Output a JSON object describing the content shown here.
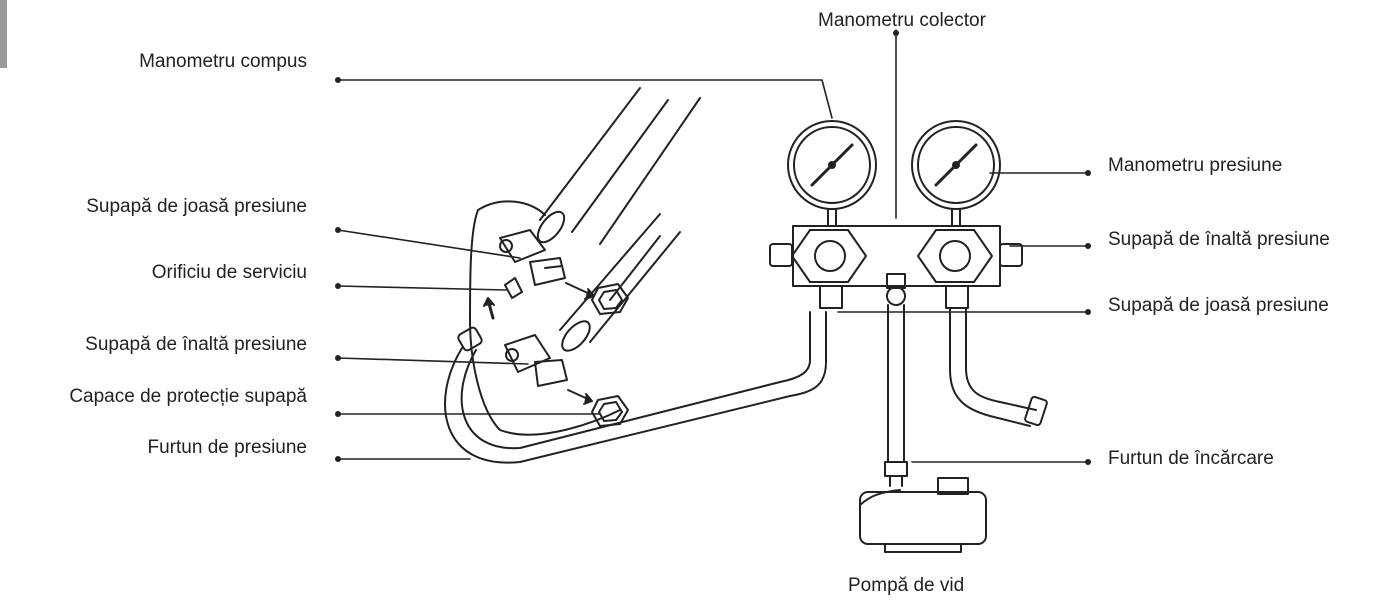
{
  "labels": {
    "manifold": "Manometru colector",
    "compound_gauge": "Manometru compus",
    "pressure_gauge": "Manometru presiune",
    "low_valve_left": "Supapă de joasă presiune",
    "service_port": "Orificiu de serviciu",
    "high_valve_left": "Supapă de înaltă presiune",
    "valve_caps": "Capace de protecție supapă",
    "pressure_hose": "Furtun de presiune",
    "high_valve_right": "Supapă de înaltă presiune",
    "low_valve_right": "Supapă de joasă presiune",
    "charging_hose": "Furtun de încărcare",
    "vacuum_pump": "Pompă de vid"
  }
}
